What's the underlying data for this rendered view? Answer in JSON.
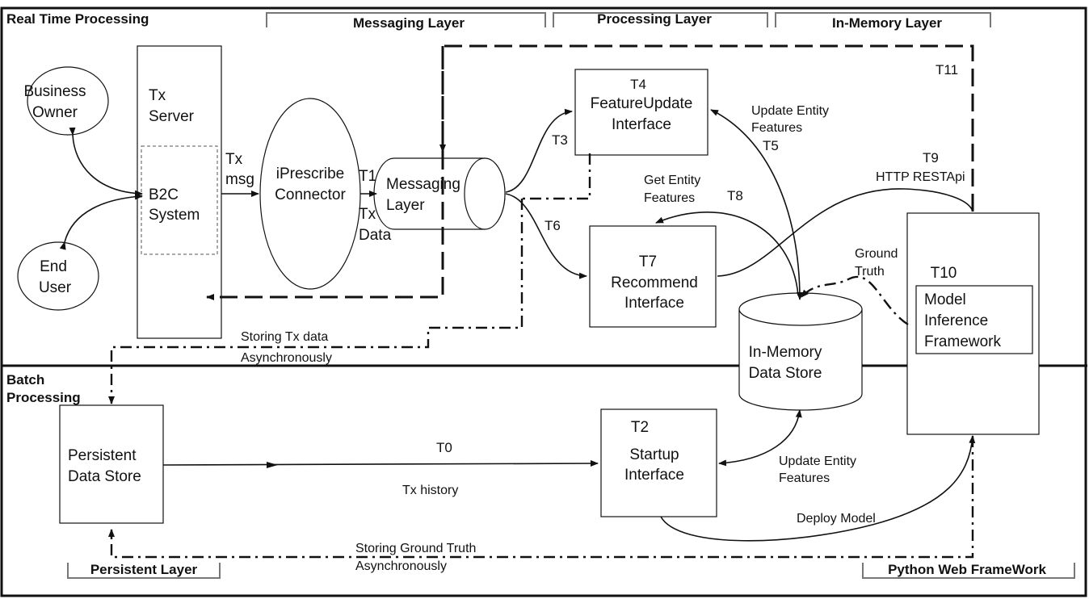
{
  "sections": {
    "realtime": "Real Time Processing",
    "batch_line1": "Batch",
    "batch_line2": "Processing"
  },
  "layers": {
    "messaging": "Messaging Layer",
    "processing": "Processing Layer",
    "inmemory": "In-Memory Layer",
    "persistent": "Persistent Layer",
    "python_web": "Python Web FrameWork"
  },
  "nodes": {
    "business_owner": [
      "Business",
      "Owner"
    ],
    "end_user": [
      "End",
      "User"
    ],
    "tx_server": [
      "Tx",
      "Server"
    ],
    "b2c_system": [
      "B2C",
      "System"
    ],
    "iprescribe": [
      "iPrescribe",
      "Connector"
    ],
    "messaging_layer": [
      "Messaging",
      "Layer"
    ],
    "feature_update": [
      "T4",
      "FeatureUpdate",
      "Interface"
    ],
    "recommend": [
      "T7",
      "Recommend",
      "Interface"
    ],
    "inmemory_store": [
      "In-Memory",
      "Data Store"
    ],
    "model_inference_id": "T10",
    "model_inference": [
      "Model",
      "Inference",
      "Framework"
    ],
    "persistent_store": [
      "Persistent",
      "Data Store"
    ],
    "startup": [
      "T2",
      "Startup",
      "Interface"
    ]
  },
  "edges": {
    "tx_msg": [
      "Tx",
      "msg"
    ],
    "t1": "T1",
    "tx_data": [
      "Tx",
      "Data"
    ],
    "t3": "T3",
    "t6": "T6",
    "update_features_top": [
      "Update Entity",
      "Features"
    ],
    "t5": "T5",
    "get_features": [
      "Get Entity",
      "Features"
    ],
    "t8": "T8",
    "t9": "T9",
    "http_rest": "HTTP RESTApi",
    "t11": "T11",
    "ground_truth": [
      "Ground",
      "Truth"
    ],
    "storing_tx": [
      "Storing Tx data",
      "Asynchronously"
    ],
    "t0": "T0",
    "tx_history": "Tx history",
    "update_features_bottom": [
      "Update Entity",
      "Features"
    ],
    "deploy_model": "Deploy Model",
    "storing_gt": [
      "Storing Ground Truth",
      "Asynchronously"
    ]
  }
}
